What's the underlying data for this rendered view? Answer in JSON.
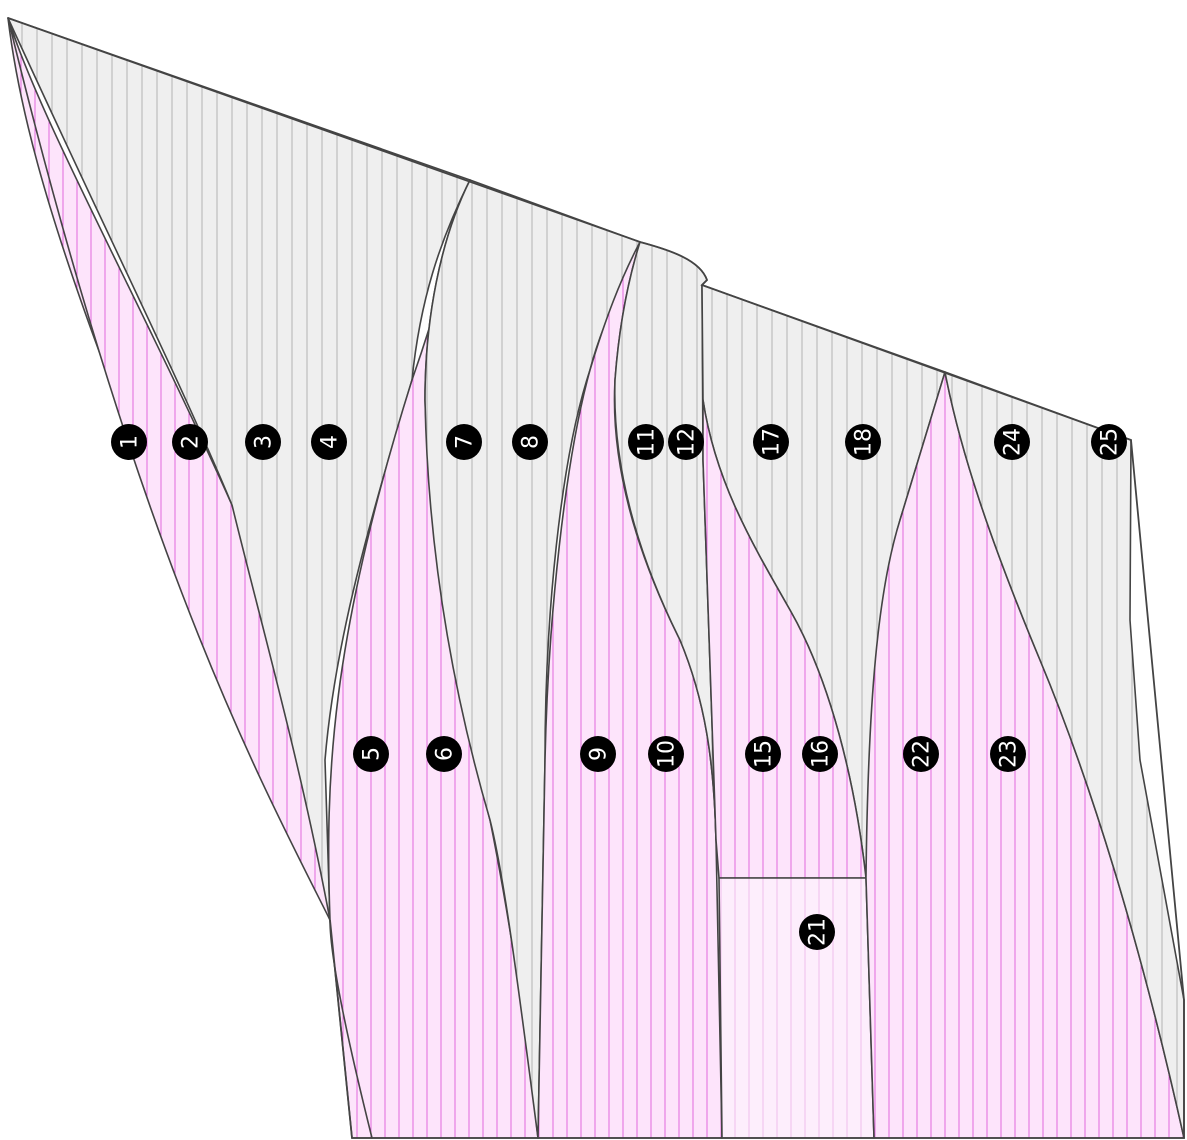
{
  "colors": {
    "grey_fill": "#efefef",
    "grey_line": "#9a9a9a",
    "pink_fill": "#fde4fb",
    "pink_line": "#d535d0",
    "light_pink_fill": "#fdeefc",
    "light_pink_line": "#e9a8e6",
    "outline": "#444444",
    "marker_fill": "#000000",
    "marker_text": "#ffffff"
  },
  "markers": [
    "1",
    "2",
    "3",
    "4",
    "5",
    "6",
    "7",
    "8",
    "9",
    "10",
    "11",
    "12",
    "15",
    "16",
    "17",
    "18",
    "21",
    "22",
    "23",
    "24",
    "25"
  ],
  "panels": [
    {
      "id": "1-2",
      "fill": "pink"
    },
    {
      "id": "3-4",
      "fill": "grey"
    },
    {
      "id": "5-6",
      "fill": "pink"
    },
    {
      "id": "7-8",
      "fill": "grey"
    },
    {
      "id": "9-10",
      "fill": "pink"
    },
    {
      "id": "11-12",
      "fill": "grey"
    },
    {
      "id": "15-16",
      "fill": "pink"
    },
    {
      "id": "17-18",
      "fill": "grey"
    },
    {
      "id": "21",
      "fill": "light_pink"
    },
    {
      "id": "22-23",
      "fill": "pink"
    },
    {
      "id": "24-25",
      "fill": "grey"
    }
  ]
}
